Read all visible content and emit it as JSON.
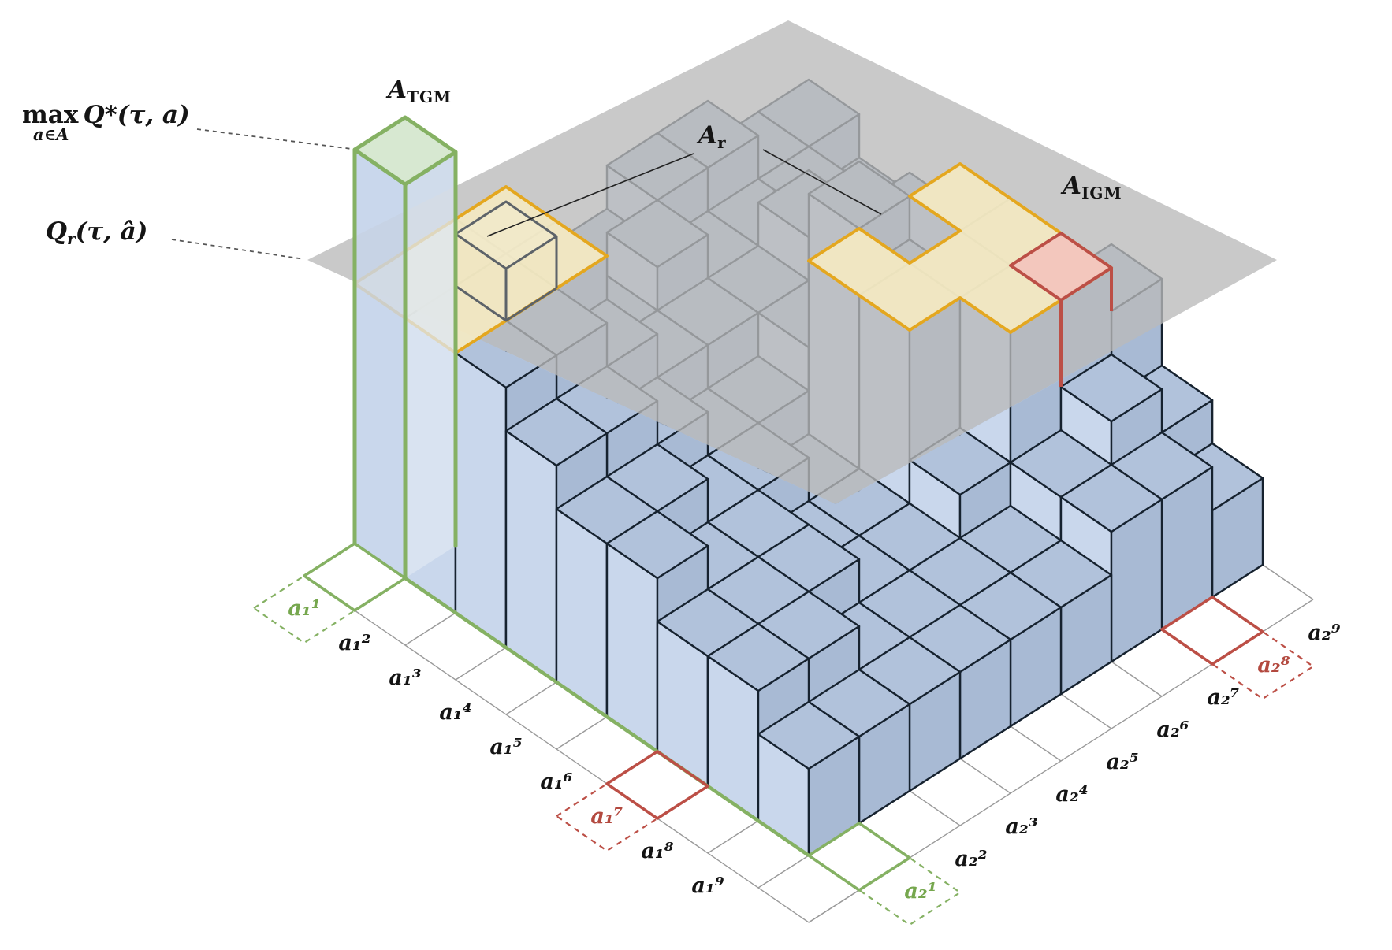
{
  "annotations": {
    "max_label": "max",
    "max_sub": "a∈A",
    "max_expr": "Q*(τ, a)",
    "qr_base": "Q",
    "qr_sub": "r",
    "qr_expr": "(τ, â)",
    "a_tgm": {
      "base": "A",
      "sub": "TGM"
    },
    "a_r": {
      "base": "A",
      "sub": "r"
    },
    "a_igm": {
      "base": "A",
      "sub": "IGM"
    }
  },
  "axes": {
    "a1": {
      "labels": [
        {
          "text": "a₁¹",
          "color": "green"
        },
        {
          "text": "a₁²",
          "color": "black"
        },
        {
          "text": "a₁³",
          "color": "black"
        },
        {
          "text": "a₁⁴",
          "color": "black"
        },
        {
          "text": "a₁⁵",
          "color": "black"
        },
        {
          "text": "a₁⁶",
          "color": "black"
        },
        {
          "text": "a₁⁷",
          "color": "red"
        },
        {
          "text": "a₁⁸",
          "color": "black"
        },
        {
          "text": "a₁⁹",
          "color": "black"
        }
      ]
    },
    "a2": {
      "labels": [
        {
          "text": "a₂¹",
          "color": "green"
        },
        {
          "text": "a₂²",
          "color": "black"
        },
        {
          "text": "a₂³",
          "color": "black"
        },
        {
          "text": "a₂⁴",
          "color": "black"
        },
        {
          "text": "a₂⁵",
          "color": "black"
        },
        {
          "text": "a₂⁶",
          "color": "black"
        },
        {
          "text": "a₂⁷",
          "color": "black"
        },
        {
          "text": "a₂⁸",
          "color": "red"
        },
        {
          "text": "a₂⁹",
          "color": "black"
        }
      ]
    }
  },
  "colors": {
    "plane": "#bababa",
    "bar_top": "#b1c2db",
    "bar_left": "#c9d7ec",
    "bar_right": "#a8bad4",
    "outline": "#16222f",
    "grid": "#9a9a9a",
    "green": "#85b163",
    "green_fill": "#d9ead1",
    "green_text": "#76a74e",
    "amber": "#e4a71f",
    "yellow_fill": "#f7ecc2",
    "red": "#bc4f46",
    "red_fill": "#f3c1bc",
    "red_text": "#b3493f",
    "cube": "#5d6369",
    "label": "#141414",
    "callout": "#555555"
  },
  "structure": {
    "plane_height": 330,
    "unit_height": 55,
    "heights": [
      [
        500,
        330,
        330,
        220,
        220,
        275,
        275,
        220,
        220
      ],
      [
        330,
        330,
        330,
        220,
        275,
        220,
        220,
        220,
        165
      ],
      [
        330,
        330,
        275,
        220,
        220,
        220,
        275,
        220,
        165
      ],
      [
        275,
        275,
        220,
        165,
        165,
        220,
        330,
        275,
        220
      ],
      [
        220,
        220,
        165,
        165,
        110,
        330,
        275,
        330,
        220
      ],
      [
        220,
        165,
        165,
        110,
        110,
        330,
        330,
        330,
        165
      ],
      [
        165,
        165,
        165,
        110,
        110,
        165,
        330,
        330,
        275
      ],
      [
        165,
        165,
        110,
        110,
        110,
        110,
        165,
        220,
        165
      ],
      [
        110,
        110,
        110,
        110,
        110,
        110,
        165,
        165,
        110
      ]
    ]
  }
}
